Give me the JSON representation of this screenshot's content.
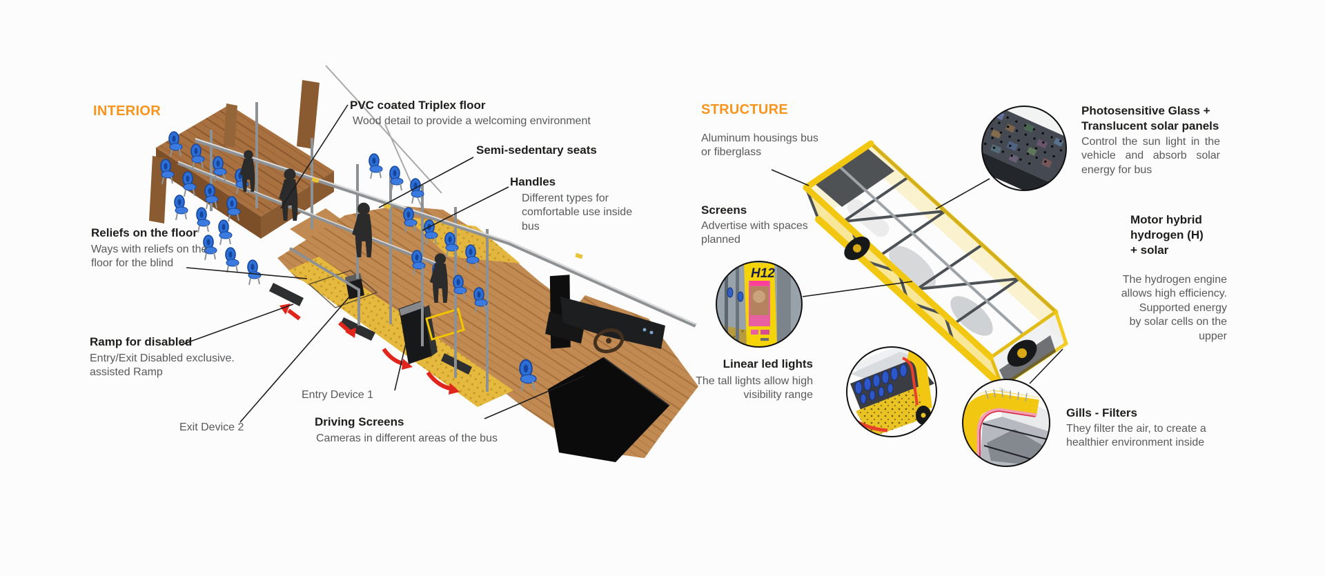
{
  "colors": {
    "accent_orange": "#F7941E",
    "heading_text": "#1D1D1B",
    "body_text": "#58595B",
    "bus_yellow": "#F2C711",
    "seat_blue": "#2E6FD6",
    "arrow_red": "#E0261C",
    "background": "#FCFCFC"
  },
  "interior": {
    "section_title": "INTERIOR",
    "pvc_floor": {
      "title": "PVC coated Triplex floor",
      "desc": "Wood detail to provide a welcoming environment"
    },
    "semi_seats": {
      "title": "Semi-sedentary seats"
    },
    "handles": {
      "title": "Handles",
      "desc": "Different types for\ncomfortable use inside\nbus"
    },
    "reliefs": {
      "title": "Reliefs on the floor",
      "desc": "Ways with reliefs on the\nfloor for the blind"
    },
    "ramp": {
      "title": "Ramp for disabled",
      "desc": "Entry/Exit Disabled exclusive.\nassisted Ramp"
    },
    "exit_device": {
      "label": "Exit Device 2"
    },
    "entry_device": {
      "label": "Entry Device 1"
    },
    "driving_screens": {
      "title": "Driving Screens",
      "desc": "Cameras in different areas of the bus"
    }
  },
  "structure": {
    "section_title": "STRUCTURE",
    "aluminum": {
      "desc": "Aluminum housings bus\nor fiberglass"
    },
    "screens": {
      "title": "Screens",
      "desc": "Advertise with spaces\nplanned"
    },
    "screens_inset": {
      "sign": "H12"
    },
    "photo_glass": {
      "title": "Photosensitive Glass +\nTranslucent solar panels",
      "desc": "Control the sun light in the vehicle and absorb solar energy for bus"
    },
    "motor": {
      "title": "Motor hybrid\nhydrogen (H)\n+ solar",
      "desc": "The hydrogen engine\nallows high efficiency.\nSupported energy\nby solar cells on the\nupper"
    },
    "led_lights": {
      "title": "Linear led lights",
      "desc": "The tall lights allow high\nvisibility range"
    },
    "gills": {
      "title": "Gills - Filters",
      "desc": "They filter the air, to create a\nhealthier environment inside"
    }
  }
}
